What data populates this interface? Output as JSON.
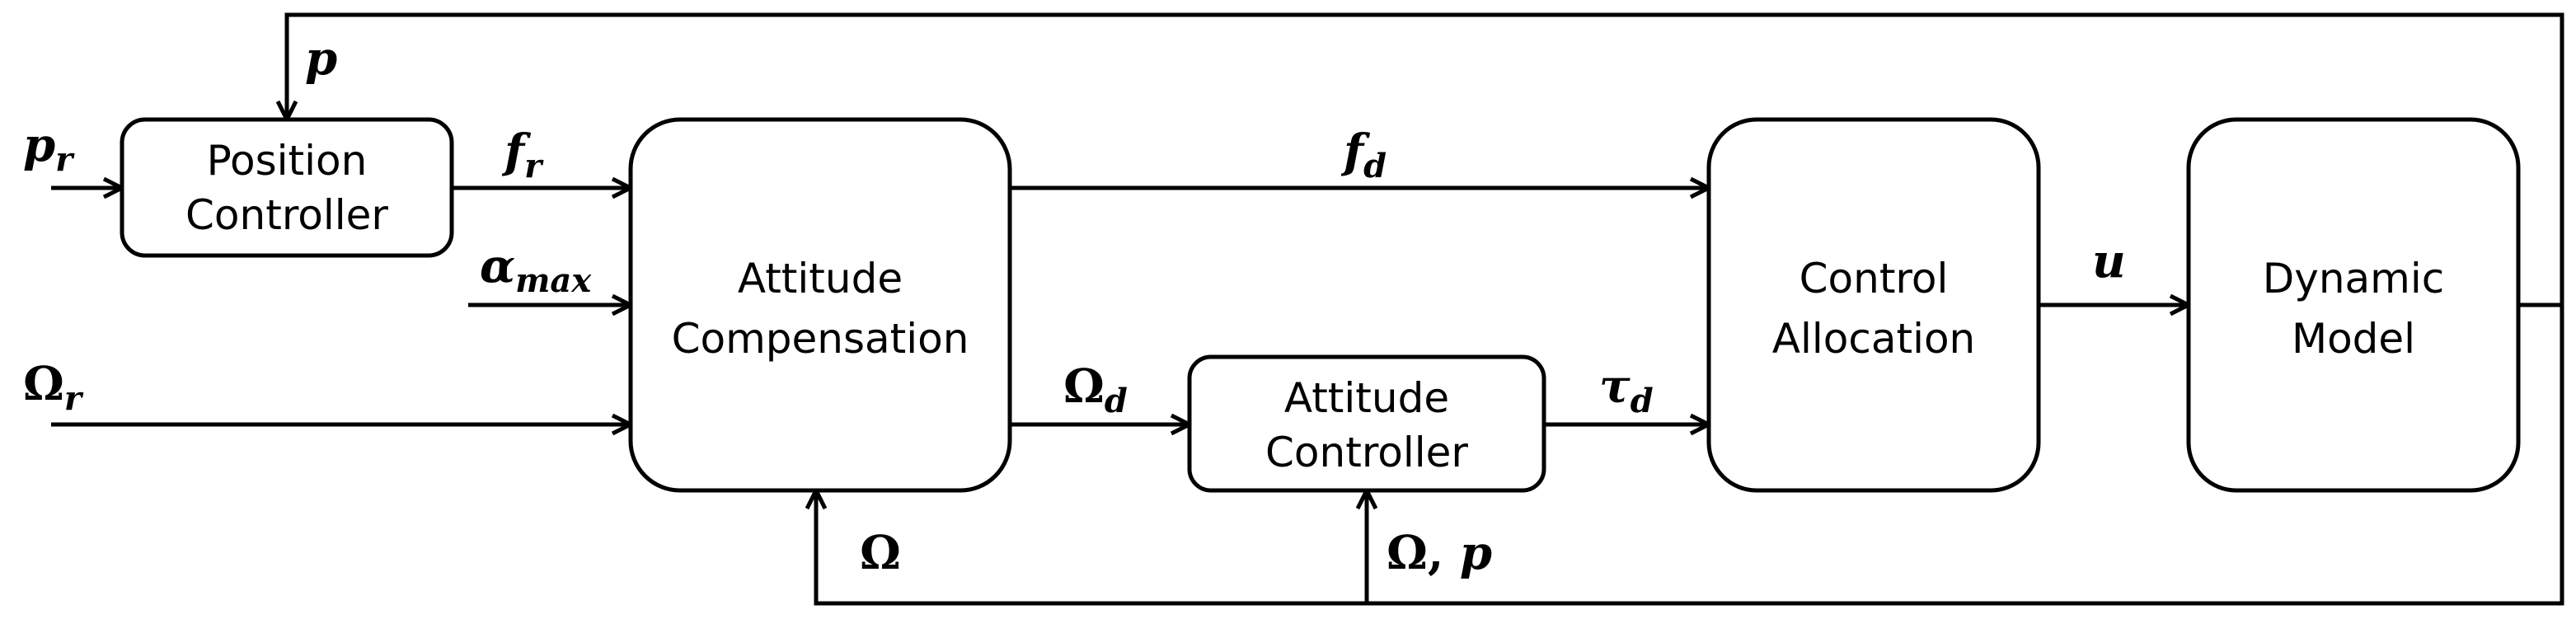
{
  "blocks": {
    "position_controller": {
      "line1": "Position",
      "line2": "Controller"
    },
    "attitude_compensation": {
      "line1": "Attitude",
      "line2": "Compensation"
    },
    "attitude_controller": {
      "line1": "Attitude",
      "line2": "Controller"
    },
    "control_allocation": {
      "line1": "Control",
      "line2": "Allocation"
    },
    "dynamic_model": {
      "line1": "Dynamic",
      "line2": "Model"
    }
  },
  "signals": {
    "p_r": {
      "base": "p",
      "sub": "r"
    },
    "p_feedback": {
      "base": "p"
    },
    "f_r": {
      "base": "f",
      "sub": "r"
    },
    "alpha_max": {
      "base": "α",
      "sub": "max"
    },
    "omega_r": {
      "base": "Ω",
      "sub": "r"
    },
    "f_d": {
      "base": "f",
      "sub": "d"
    },
    "omega_d": {
      "base": "Ω",
      "sub": "d"
    },
    "tau_d": {
      "base": "τ",
      "sub": "d"
    },
    "u": {
      "base": "u"
    },
    "omega_feedback": {
      "base": "Ω"
    },
    "omega_p_feedback": {
      "base1": "Ω",
      "sep": ", ",
      "base2": "p"
    }
  }
}
